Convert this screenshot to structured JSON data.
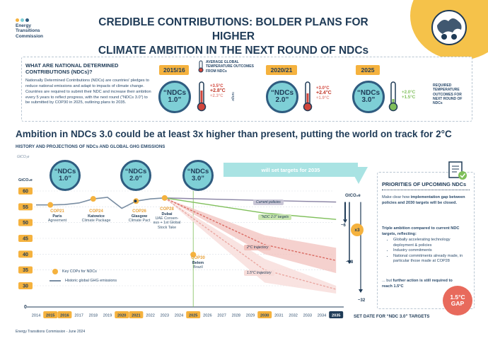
{
  "header": {
    "logo_line1": "Energy",
    "logo_line2": "Transitions",
    "logo_line3": "Commission",
    "title_line1": "CREDIBLE CONTRIBUTIONS: BOLDER PLANS FOR HIGHER",
    "title_line2": "CLIMATE AMBITION IN THE NEXT ROUND OF NDCs",
    "icon": "globe-people-icon"
  },
  "intro": {
    "question": "WHAT ARE NATIONAL DETERMINED CONTRIBUTIONS (NDCs)?",
    "body": "Nationally Determined Contributions (NDCs) are countries' pledges to reduce national emissions and adapt to impacts of climate change. Countries are required to submit their NDC and increase their ambition every 5 years to reflect progress, with the next round (\"NDCs 3.0\") to be submitted by COP30 in 2025, outlining plans to 2035."
  },
  "ndc_rounds": [
    {
      "year": "2015/16",
      "label_line1": "“NDCs",
      "label_line2": "1.0”",
      "temps": [
        "+3.5°C",
        "+2.8°C",
        "+2.3°C"
      ]
    },
    {
      "year": "2020/21",
      "label_line1": "“NDCs",
      "label_line2": "2.0”",
      "temps": [
        "+3.0°C",
        "+2.4°C",
        "+1.9°C"
      ]
    },
    {
      "year": "2025",
      "label_line1": "“NDCs",
      "label_line2": "3.0”",
      "temps": [
        "+2.0°C",
        "+1.5°C"
      ]
    }
  ],
  "temp_caption": "AVERAGE GLOBAL TEMPERATURE OUTCOMES FROM NDCs",
  "range_label": "range",
  "required_caption": "REQUIRED TEMPERATURE OUTCOMES FOR NEXT ROUND OF NDCs",
  "headline": "Ambition in NDCs 3.0 could be at least 3x higher than present, putting the world on track for 2°C",
  "chart_subtitle": "HISTORY AND PROJECTIONS OF NDCs AND GLOBAL GHG EMISSIONS",
  "unit_label": "GtCO₂e",
  "unit_label_right": "GtCO₂e",
  "will_set_targets": "will set targets for 2035",
  "chart_ndc_bubbles": [
    {
      "line1": "“NDCs",
      "line2": "1.0”"
    },
    {
      "line1": "“NDCs",
      "line2": "2.0”"
    },
    {
      "line1": "“NDCs",
      "line2": "3.0”"
    }
  ],
  "cops": [
    {
      "title": "COP21",
      "place": "Paris",
      "desc": "Agreement"
    },
    {
      "title": "COP24",
      "place": "Katowice",
      "desc": "Climate Package"
    },
    {
      "title": "COP26",
      "place": "Glasgow",
      "desc": "Climate Pact"
    },
    {
      "title": "COP28",
      "place": "Dubai",
      "desc": "UAE Consen-sus + 1st Global Stock Take"
    },
    {
      "title": "COP30",
      "place": "Belem",
      "desc": "Brazil"
    }
  ],
  "trajectory_labels": {
    "current": "Current policies",
    "ndc2": "“NDC 2.0” targets",
    "two_deg": "2°C trajectory",
    "one_five": "1.5°C trajectory"
  },
  "gaps": {
    "g1": "~6",
    "x3": "x3",
    "g2": "~18",
    "g3": "~32"
  },
  "legend": {
    "cop": "Key COPs for NDCs",
    "hist": "Historic global GHG emissions"
  },
  "set_date_label": "SET DATE FOR “NDC 3.0” TARGETS",
  "priorities": {
    "title": "PRIORITIES OF UPCOMING NDCs",
    "p1_pre": "Make clear how ",
    "p1_bold": "implementation gap between policies and 2030 targets will be closed.",
    "p2": "Triple ambition compared to current NDC targets, reflecting:",
    "bullets": [
      "Globally accelerating technology deployment & policies",
      "Industry commitments",
      "National commitments already made, in particular those made at COP28"
    ],
    "p3_pre": "... but ",
    "p3_bold": "further action",
    "p3_post": " is still required to reach 1.5°C"
  },
  "gap_badge": {
    "line1": "1.5°C",
    "line2": "GAP"
  },
  "footer": "Energy Transitions Commission - June 2024",
  "chart_data": {
    "type": "line",
    "x_ticks": [
      "2014",
      "2015",
      "2016",
      "2017",
      "2018",
      "2019",
      "2020",
      "2021",
      "2022",
      "2023",
      "2024",
      "2025",
      "2026",
      "2027",
      "2028",
      "2029",
      "2030",
      "2031",
      "2032",
      "2033",
      "2034",
      "2035"
    ],
    "highlight_years": [
      "2015",
      "2016",
      "2020",
      "2021",
      "2025",
      "2030"
    ],
    "y_ticks": [
      0,
      30,
      35,
      40,
      45,
      50,
      55,
      60
    ],
    "ylim": [
      0,
      62
    ],
    "series": [
      {
        "name": "Historic global GHG emissions",
        "x": [
          2014,
          2015,
          2016,
          2017,
          2018,
          2019,
          2020,
          2021,
          2022,
          2023
        ],
        "y": [
          55.6,
          55.6,
          55.7,
          56.2,
          57.5,
          58,
          54.5,
          56.8,
          57.5,
          57.8
        ]
      },
      {
        "name": "Current policies",
        "x": [
          2023,
          2030,
          2035
        ],
        "y": [
          57.8,
          57,
          56.5
        ]
      },
      {
        "name": "“NDC 2.0” targets",
        "x": [
          2023,
          2030,
          2035
        ],
        "y": [
          57.8,
          53,
          51
        ]
      },
      {
        "name": "2°C trajectory",
        "x": [
          2023,
          2030,
          2035
        ],
        "y": [
          57.8,
          43,
          38
        ]
      },
      {
        "name": "1.5°C trajectory",
        "x": [
          2023,
          2030,
          2035
        ],
        "y": [
          57.8,
          35,
          25
        ]
      }
    ],
    "cop_years": [
      2015,
      2018,
      2021,
      2023,
      2025
    ]
  }
}
